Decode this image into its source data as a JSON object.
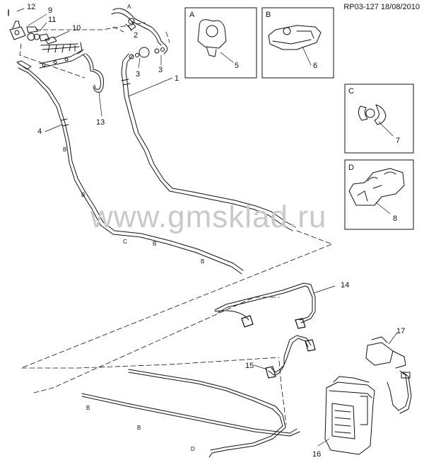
{
  "header": {
    "ref_code": "RP03-127 18/08/2010"
  },
  "watermark": "www.gmsklad.ru",
  "detail_boxes": [
    {
      "letter": "A",
      "part_number": "5"
    },
    {
      "letter": "B",
      "part_number": "6"
    },
    {
      "letter": "C",
      "part_number": "7"
    },
    {
      "letter": "D",
      "part_number": "8"
    }
  ],
  "callouts": {
    "n1": "1",
    "n2": "2",
    "n3a": "3",
    "n3b": "3",
    "n4": "4",
    "n9": "9",
    "n10": "10",
    "n11": "11",
    "n12": "12",
    "n13": "13",
    "n14": "14",
    "n15": "15",
    "n16": "16",
    "n17": "17"
  },
  "clip_letters": {
    "top_a": "A",
    "b1": "B",
    "b2": "B",
    "b3": "B",
    "b4": "B",
    "c1": "C",
    "b5": "B",
    "b6": "B",
    "d1": "D"
  },
  "colors": {
    "line": "#111111",
    "watermark": "#c9c9c9",
    "background": "#ffffff"
  }
}
